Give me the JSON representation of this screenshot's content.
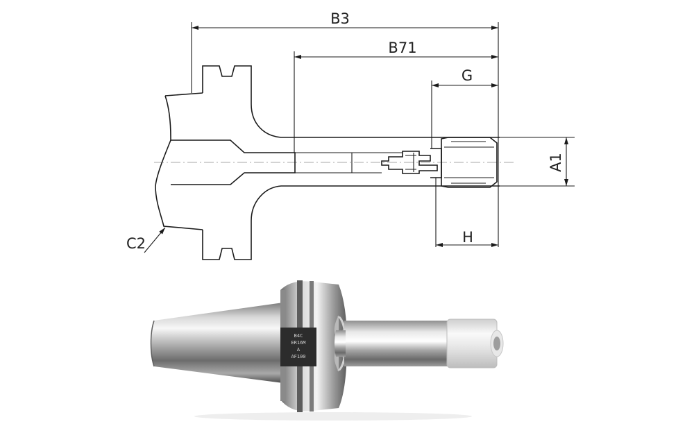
{
  "drawing": {
    "labels": {
      "b3": "B3",
      "b71": "B71",
      "g": "G",
      "a1": "A1",
      "h": "H",
      "c2": "C2"
    }
  },
  "photo": {
    "engraving": {
      "line1": "B4C",
      "line2": "ER16M",
      "line3": "A",
      "line4": "AF100"
    }
  }
}
